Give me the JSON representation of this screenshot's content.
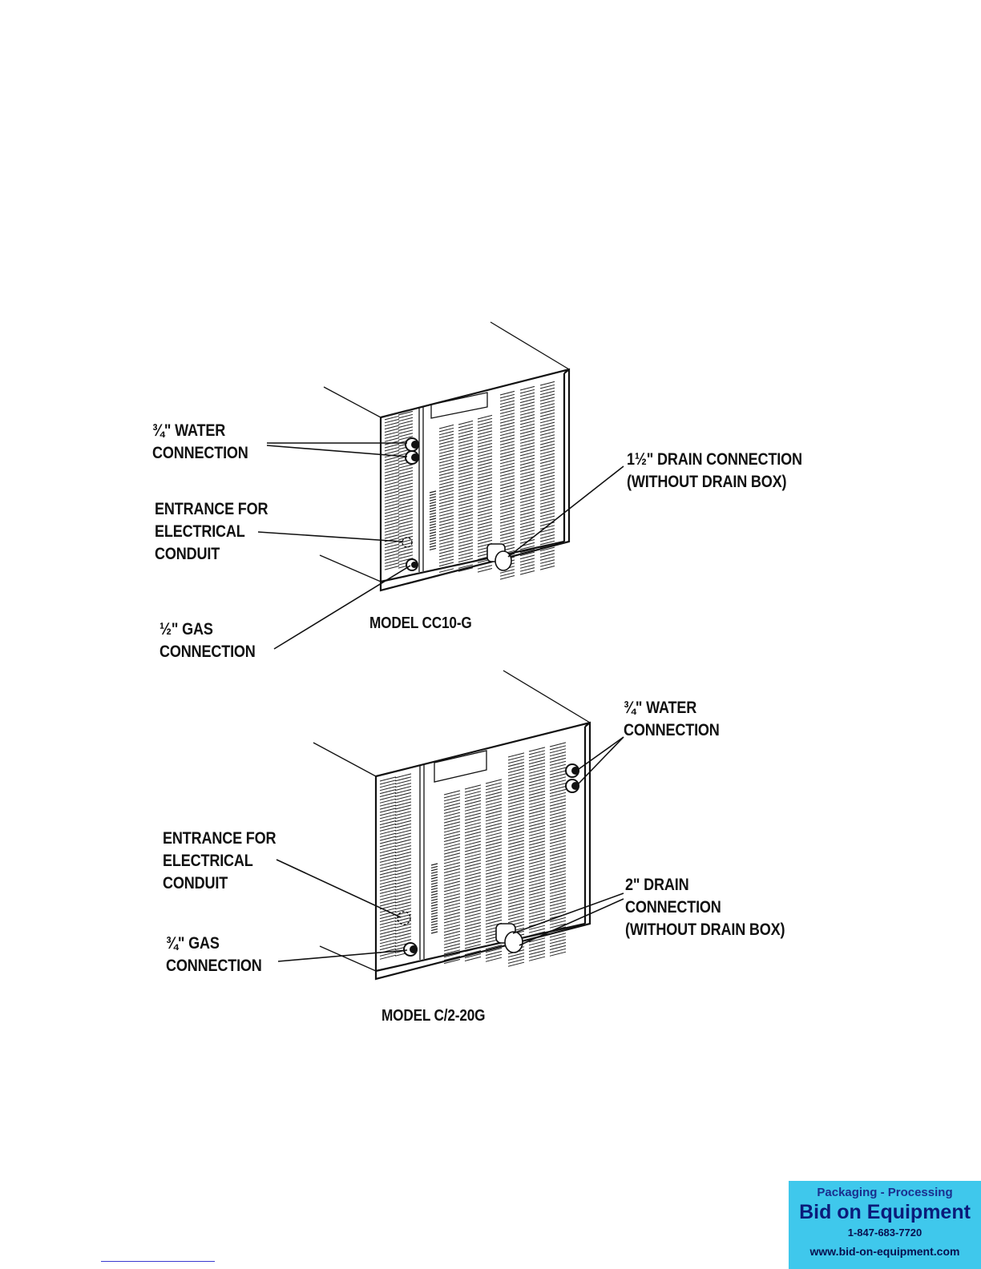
{
  "diagram": {
    "model_1": {
      "title": "MODEL CC10-G",
      "water_label": [
        "¾\" WATER",
        "CONNECTION"
      ],
      "electrical_label": [
        "ENTRANCE FOR",
        "ELECTRICAL",
        "CONDUIT"
      ],
      "gas_label": [
        "½\" GAS",
        "CONNECTION"
      ],
      "drain_label": [
        "1½\" DRAIN CONNECTION",
        "(WITHOUT DRAIN BOX)"
      ]
    },
    "model_2": {
      "title": "MODEL C/2-20G",
      "water_label": [
        "¾\" WATER",
        "CONNECTION"
      ],
      "electrical_label": [
        "ENTRANCE FOR",
        "ELECTRICAL",
        "CONDUIT"
      ],
      "gas_label": [
        "¾\" GAS",
        "CONNECTION"
      ],
      "drain_label": [
        "2\" DRAIN",
        "CONNECTION",
        "(WITHOUT DRAIN BOX)"
      ]
    }
  },
  "ad_badge": {
    "line1": "Packaging - Processing",
    "line2": "Bid on Equipment",
    "phone": "1-847-683-7720",
    "url": "www.bid-on-equipment.com",
    "background": "#3fc8ec"
  }
}
